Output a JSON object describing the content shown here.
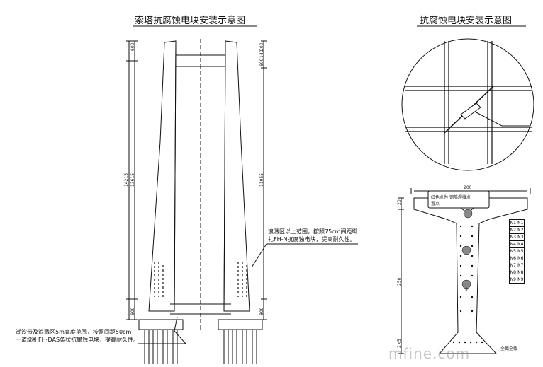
{
  "left_title": "索塔抗腐蚀电块安装示意图",
  "right_title": "抗腐蚀电块安装示意图",
  "note_upper": {
    "line1": "浪溅区以上范围，按照75cm间距绑",
    "line2": "扎FH-N抗腐蚀电块，提高耐久性。"
  },
  "note_lower": {
    "line1": "潮汐带及浪溅区5m高度范围，按照间距50cm",
    "line2": "一道绑扎FH-DAS条状抗腐蚀电块，提高耐久性。"
  },
  "left_dims": {
    "top": "600",
    "total": "14215",
    "inner": "13615",
    "bottom": "600"
  },
  "right_dims": {
    "top": "200",
    "top2": "140",
    "top3": "600",
    "mid": "11955",
    "bottom": "800"
  },
  "section": {
    "width": "200",
    "flange": "20",
    "height": "250",
    "bottom_dim": "2×5",
    "bubble_line1": "红色点为  钢筋焊接点",
    "bubble_line2": "置点",
    "bottom_label": "全截全截",
    "mark": "9"
  },
  "rebar_table": [
    [
      "N1",
      "N1"
    ],
    [
      "N2",
      "N2"
    ],
    [
      "N3",
      "N3"
    ],
    [
      "N4",
      "N4"
    ],
    [
      "N5",
      "N5"
    ],
    [
      "N6",
      "N6"
    ],
    [
      "N7",
      "N7"
    ],
    [
      "N8",
      "N8"
    ],
    [
      "N9",
      "N9"
    ]
  ],
  "watermark": "mfine.com"
}
